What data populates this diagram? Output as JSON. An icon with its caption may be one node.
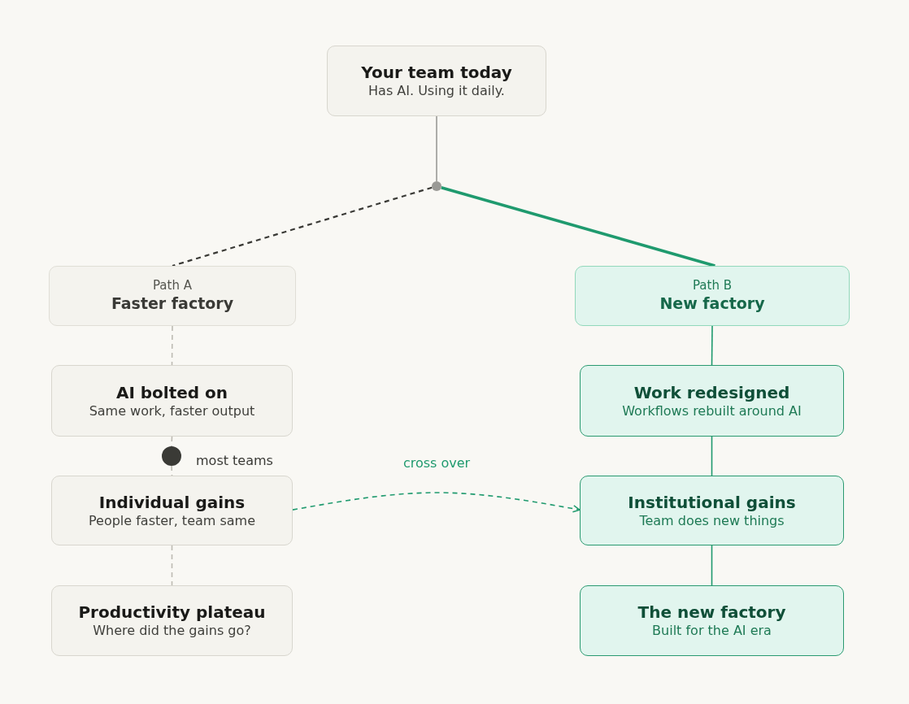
{
  "diagram": {
    "nodes": [
      {
        "text": [
          "Your team today",
          "Has AI. Using it daily."
        ]
      },
      {
        "text": [],
        "shape": "circle"
      },
      {
        "text": [
          "Path A",
          "Faster factory"
        ]
      },
      {
        "text": [
          "Path B",
          "New factory"
        ]
      },
      {
        "text": [
          "AI bolted on",
          "Same work, faster output"
        ]
      },
      {
        "text": [],
        "shape": "circle",
        "beside": [
          "most teams"
        ]
      },
      {
        "text": [
          "Individual gains",
          "People faster, team same"
        ]
      },
      {
        "text": [
          "Productivity plateau",
          "Where did the gains go?"
        ]
      },
      {
        "text": [
          "Work redesigned",
          "Workflows rebuilt around AI"
        ]
      },
      {
        "text": [
          "Institutional gains",
          "Team does new things"
        ]
      },
      {
        "text": [
          "The new factory",
          "Built for the AI era"
        ]
      }
    ],
    "edges": [
      {
        "from": 0,
        "to": 1,
        "arrow": "none",
        "color": "#9a9a96"
      },
      {
        "from": 1,
        "to": 2,
        "arrow": "none",
        "style": "dashed",
        "color": "#3a3a36"
      },
      {
        "from": 1,
        "to": 3,
        "arrow": "none",
        "style": "thick",
        "color": "#1f9a6e"
      },
      {
        "from": 2,
        "to": 4,
        "arrow": "none",
        "style": "dashed",
        "color": "#bdbbb3"
      },
      {
        "from": 4,
        "to": 5,
        "arrow": "none",
        "style": "dashed",
        "color": "#bdbbb3"
      },
      {
        "from": 5,
        "to": 6,
        "arrow": "none",
        "style": "dashed",
        "color": "#bdbbb3"
      },
      {
        "from": 6,
        "to": 7,
        "arrow": "none",
        "style": "dashed",
        "color": "#bdbbb3"
      },
      {
        "from": 3,
        "to": 8,
        "arrow": "none",
        "color": "#1f9a6e"
      },
      {
        "from": 8,
        "to": 9,
        "arrow": "none",
        "color": "#1f9a6e"
      },
      {
        "from": 9,
        "to": 10,
        "arrow": "none",
        "color": "#1f9a6e"
      },
      {
        "from": 6,
        "to": 9,
        "arrow": "to",
        "style": "dashed",
        "color": "#1f9a6e",
        "label": "cross over"
      }
    ]
  }
}
